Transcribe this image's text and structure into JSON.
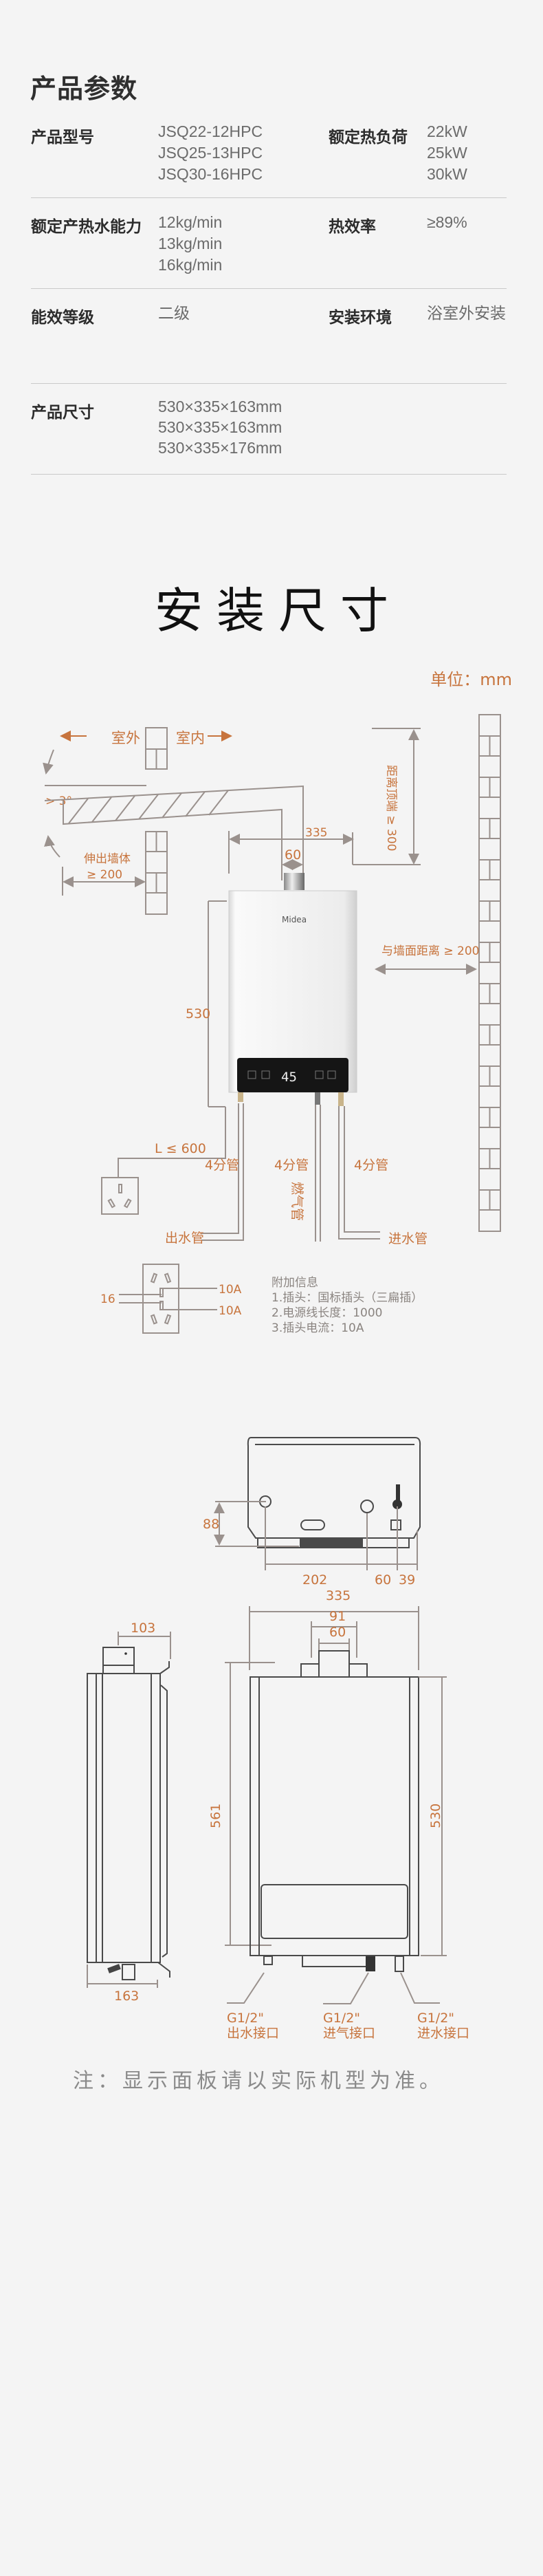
{
  "params": {
    "title": "产品参数",
    "rows": [
      {
        "left_label": "产品型号",
        "left_values": [
          "JSQ22-12HPC",
          "JSQ25-13HPC",
          "JSQ30-16HPC"
        ],
        "right_label": "额定热负荷",
        "right_values": [
          "22kW",
          "25kW",
          "30kW"
        ]
      },
      {
        "left_label": "额定产热水能力",
        "left_values": [
          "12kg/min",
          "13kg/min",
          "16kg/min"
        ],
        "right_label": "热效率",
        "right_values": [
          "≥89%"
        ]
      },
      {
        "left_label": "能效等级",
        "left_values": [
          "二级"
        ],
        "right_label": "安装环境",
        "right_values": [
          "浴室外安装"
        ]
      },
      {
        "left_label": "产品尺寸",
        "left_values": [
          "530×335×163mm",
          "530×335×163mm",
          "530×335×176mm"
        ]
      }
    ]
  },
  "install": {
    "title": "安装尺寸",
    "unit": "单位：mm",
    "diagram": {
      "outdoor": "室外",
      "indoor": "室内",
      "slope": "> 3°",
      "extend_label": "伸出墙体",
      "extend_value": "≥ 200",
      "flue_width": "60",
      "flue_offset": "335",
      "top_clearance": "距离顶端 ≥ 300",
      "wall_clearance": "与墙面距离 ≥ 200",
      "height": "530",
      "cord_length": "L ≤ 600",
      "pipe_spec": "4分管",
      "gas_pipe": "燃气管",
      "outlet_pipe": "出水管",
      "inlet_pipe": "进水管",
      "brand": "Midea",
      "display_temp": "45"
    },
    "plug": {
      "pin_gap": "16",
      "current_top": "10A",
      "current_bottom": "10A",
      "info_title": "附加信息",
      "info_lines": [
        "1.插头：国标插头（三扁插）",
        "2.电源线长度：1000",
        "3.插头电流：10A"
      ]
    },
    "bottom_view": {
      "depth": "88",
      "dim_a": "202",
      "dim_b": "60",
      "dim_c": "39"
    },
    "side_view": {
      "top_offset": "103",
      "depth": "163",
      "total_height": "561"
    },
    "front_view": {
      "width": "335",
      "bracket": "91",
      "flue": "60",
      "height": "530",
      "connectors": [
        {
          "spec": "G1/2\"",
          "name": "出水接口"
        },
        {
          "spec": "G1/2\"",
          "name": "进气接口"
        },
        {
          "spec": "G1/2\"",
          "name": "进水接口"
        }
      ]
    }
  },
  "note": "注：显示面板请以实际机型为准。",
  "colors": {
    "accent": "#c7743d",
    "line": "#9a918d",
    "background": "#f4f4f4"
  }
}
